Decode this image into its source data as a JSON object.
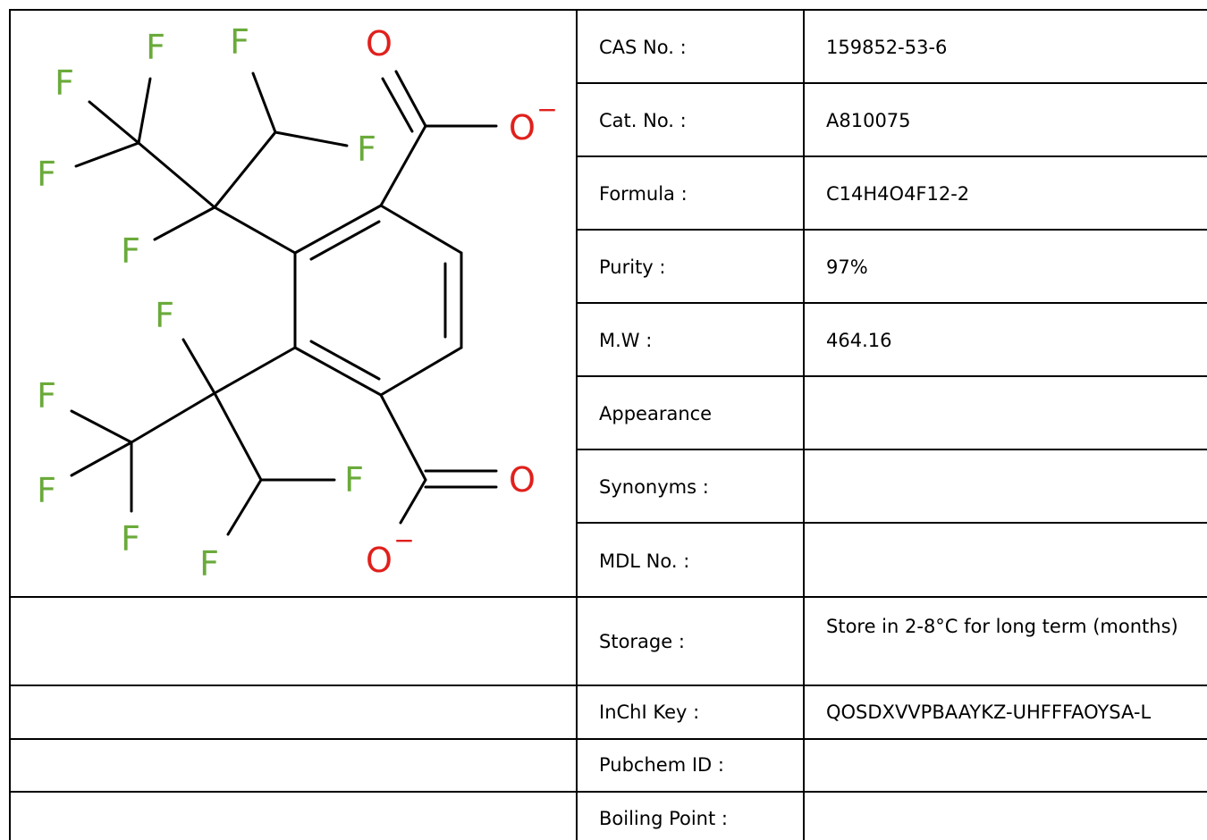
{
  "properties": [
    {
      "label": "CAS No. :",
      "value": "159852-53-6"
    },
    {
      "label": "Cat. No. :",
      "value": "A810075"
    },
    {
      "label": "Formula :",
      "value": "C14H4O4F12-2"
    },
    {
      "label": "Purity :",
      "value": "97%"
    },
    {
      "label": "M.W :",
      "value": "464.16"
    },
    {
      "label": "Appearance",
      "value": ""
    },
    {
      "label": "Synonyms :",
      "value": ""
    },
    {
      "label": "MDL No. :",
      "value": ""
    },
    {
      "label": "Storage :",
      "value": "Store in 2-8°C for long term (months)"
    },
    {
      "label": "InChI Key :",
      "value": "QOSDXVVPBAAYKZ-UHFFFAOYSA-L"
    },
    {
      "label": "Pubchem ID :",
      "value": ""
    },
    {
      "label": "Boiling Point :",
      "value": ""
    }
  ],
  "structure": {
    "atom_F": "F",
    "atom_O": "O",
    "charge": "−",
    "fluorine_color": "#6aaa3a",
    "oxygen_color": "#e0201c",
    "bond_color": "#000000"
  }
}
